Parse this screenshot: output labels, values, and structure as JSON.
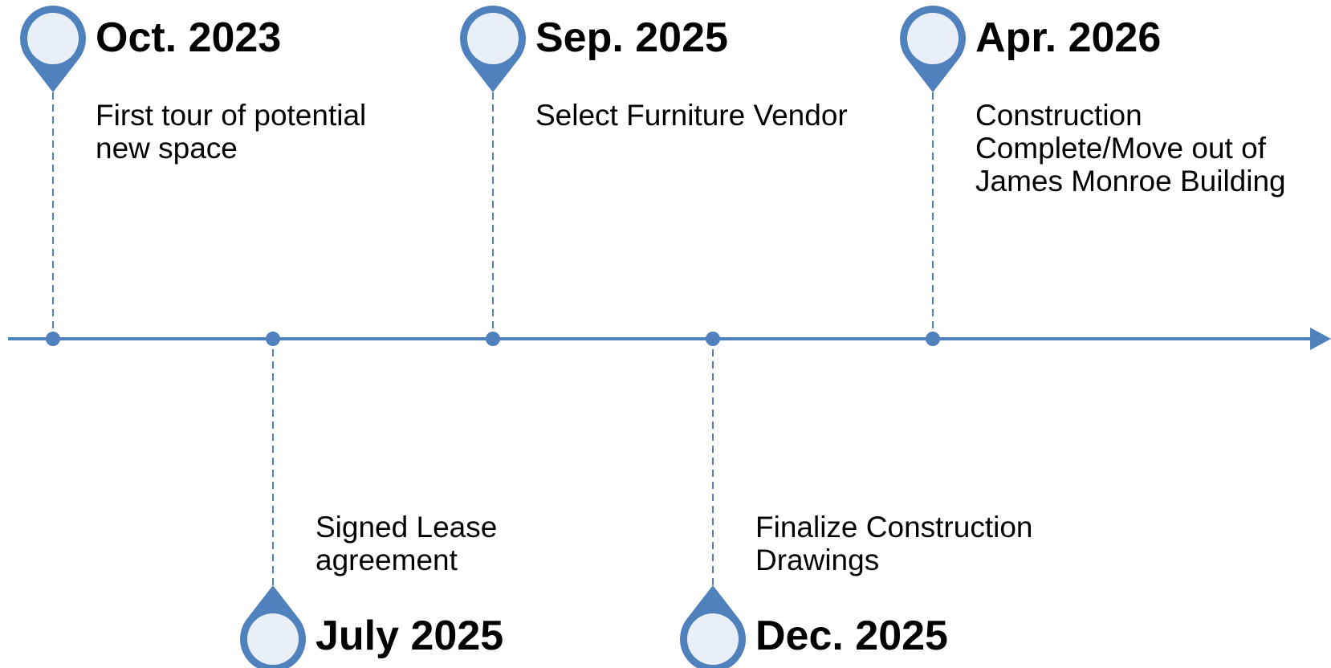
{
  "colors": {
    "accent": "#4F81BD",
    "pin_fill": "#E9EFF8",
    "text": "#000000"
  },
  "timeline": {
    "direction": "left-to-right",
    "milestones": [
      {
        "date": "Oct. 2023",
        "description": "First tour of potential\nnew space",
        "side": "top"
      },
      {
        "date": "July 2025",
        "description": "Signed Lease\nagreement",
        "side": "bottom"
      },
      {
        "date": "Sep. 2025",
        "description": "Select Furniture Vendor",
        "side": "top"
      },
      {
        "date": "Dec. 2025",
        "description": "Finalize Construction\nDrawings",
        "side": "bottom"
      },
      {
        "date": "Apr. 2026",
        "description": "Construction\nComplete/Move out of\nJames Monroe Building",
        "side": "top"
      }
    ]
  }
}
